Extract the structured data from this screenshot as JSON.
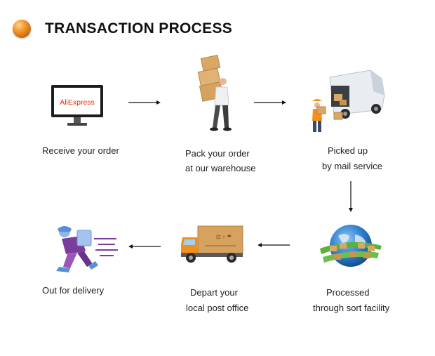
{
  "title": "TRANSACTION PROCESS",
  "steps": [
    {
      "lines": [
        "Receive your order",
        ""
      ],
      "icon": "computer-monitor-icon",
      "brand": "AliExpress"
    },
    {
      "lines": [
        "Pack your order",
        "at our warehouse"
      ],
      "icon": "man-carrying-boxes-icon"
    },
    {
      "lines": [
        "Picked up",
        "by mail service"
      ],
      "icon": "delivery-van-icon"
    },
    {
      "lines": [
        "Processed",
        "through sort facility"
      ],
      "icon": "globe-with-packages-icon"
    },
    {
      "lines": [
        "Depart your",
        "local post office"
      ],
      "icon": "delivery-truck-icon"
    },
    {
      "lines": [
        "Out for delivery",
        ""
      ],
      "icon": "running-courier-icon"
    }
  ],
  "colors": {
    "accent": "#e8892a",
    "brand_red": "#e62e04",
    "truck_orange": "#f3901d",
    "box": "#d9a866",
    "courier": "#7b3d9b"
  }
}
